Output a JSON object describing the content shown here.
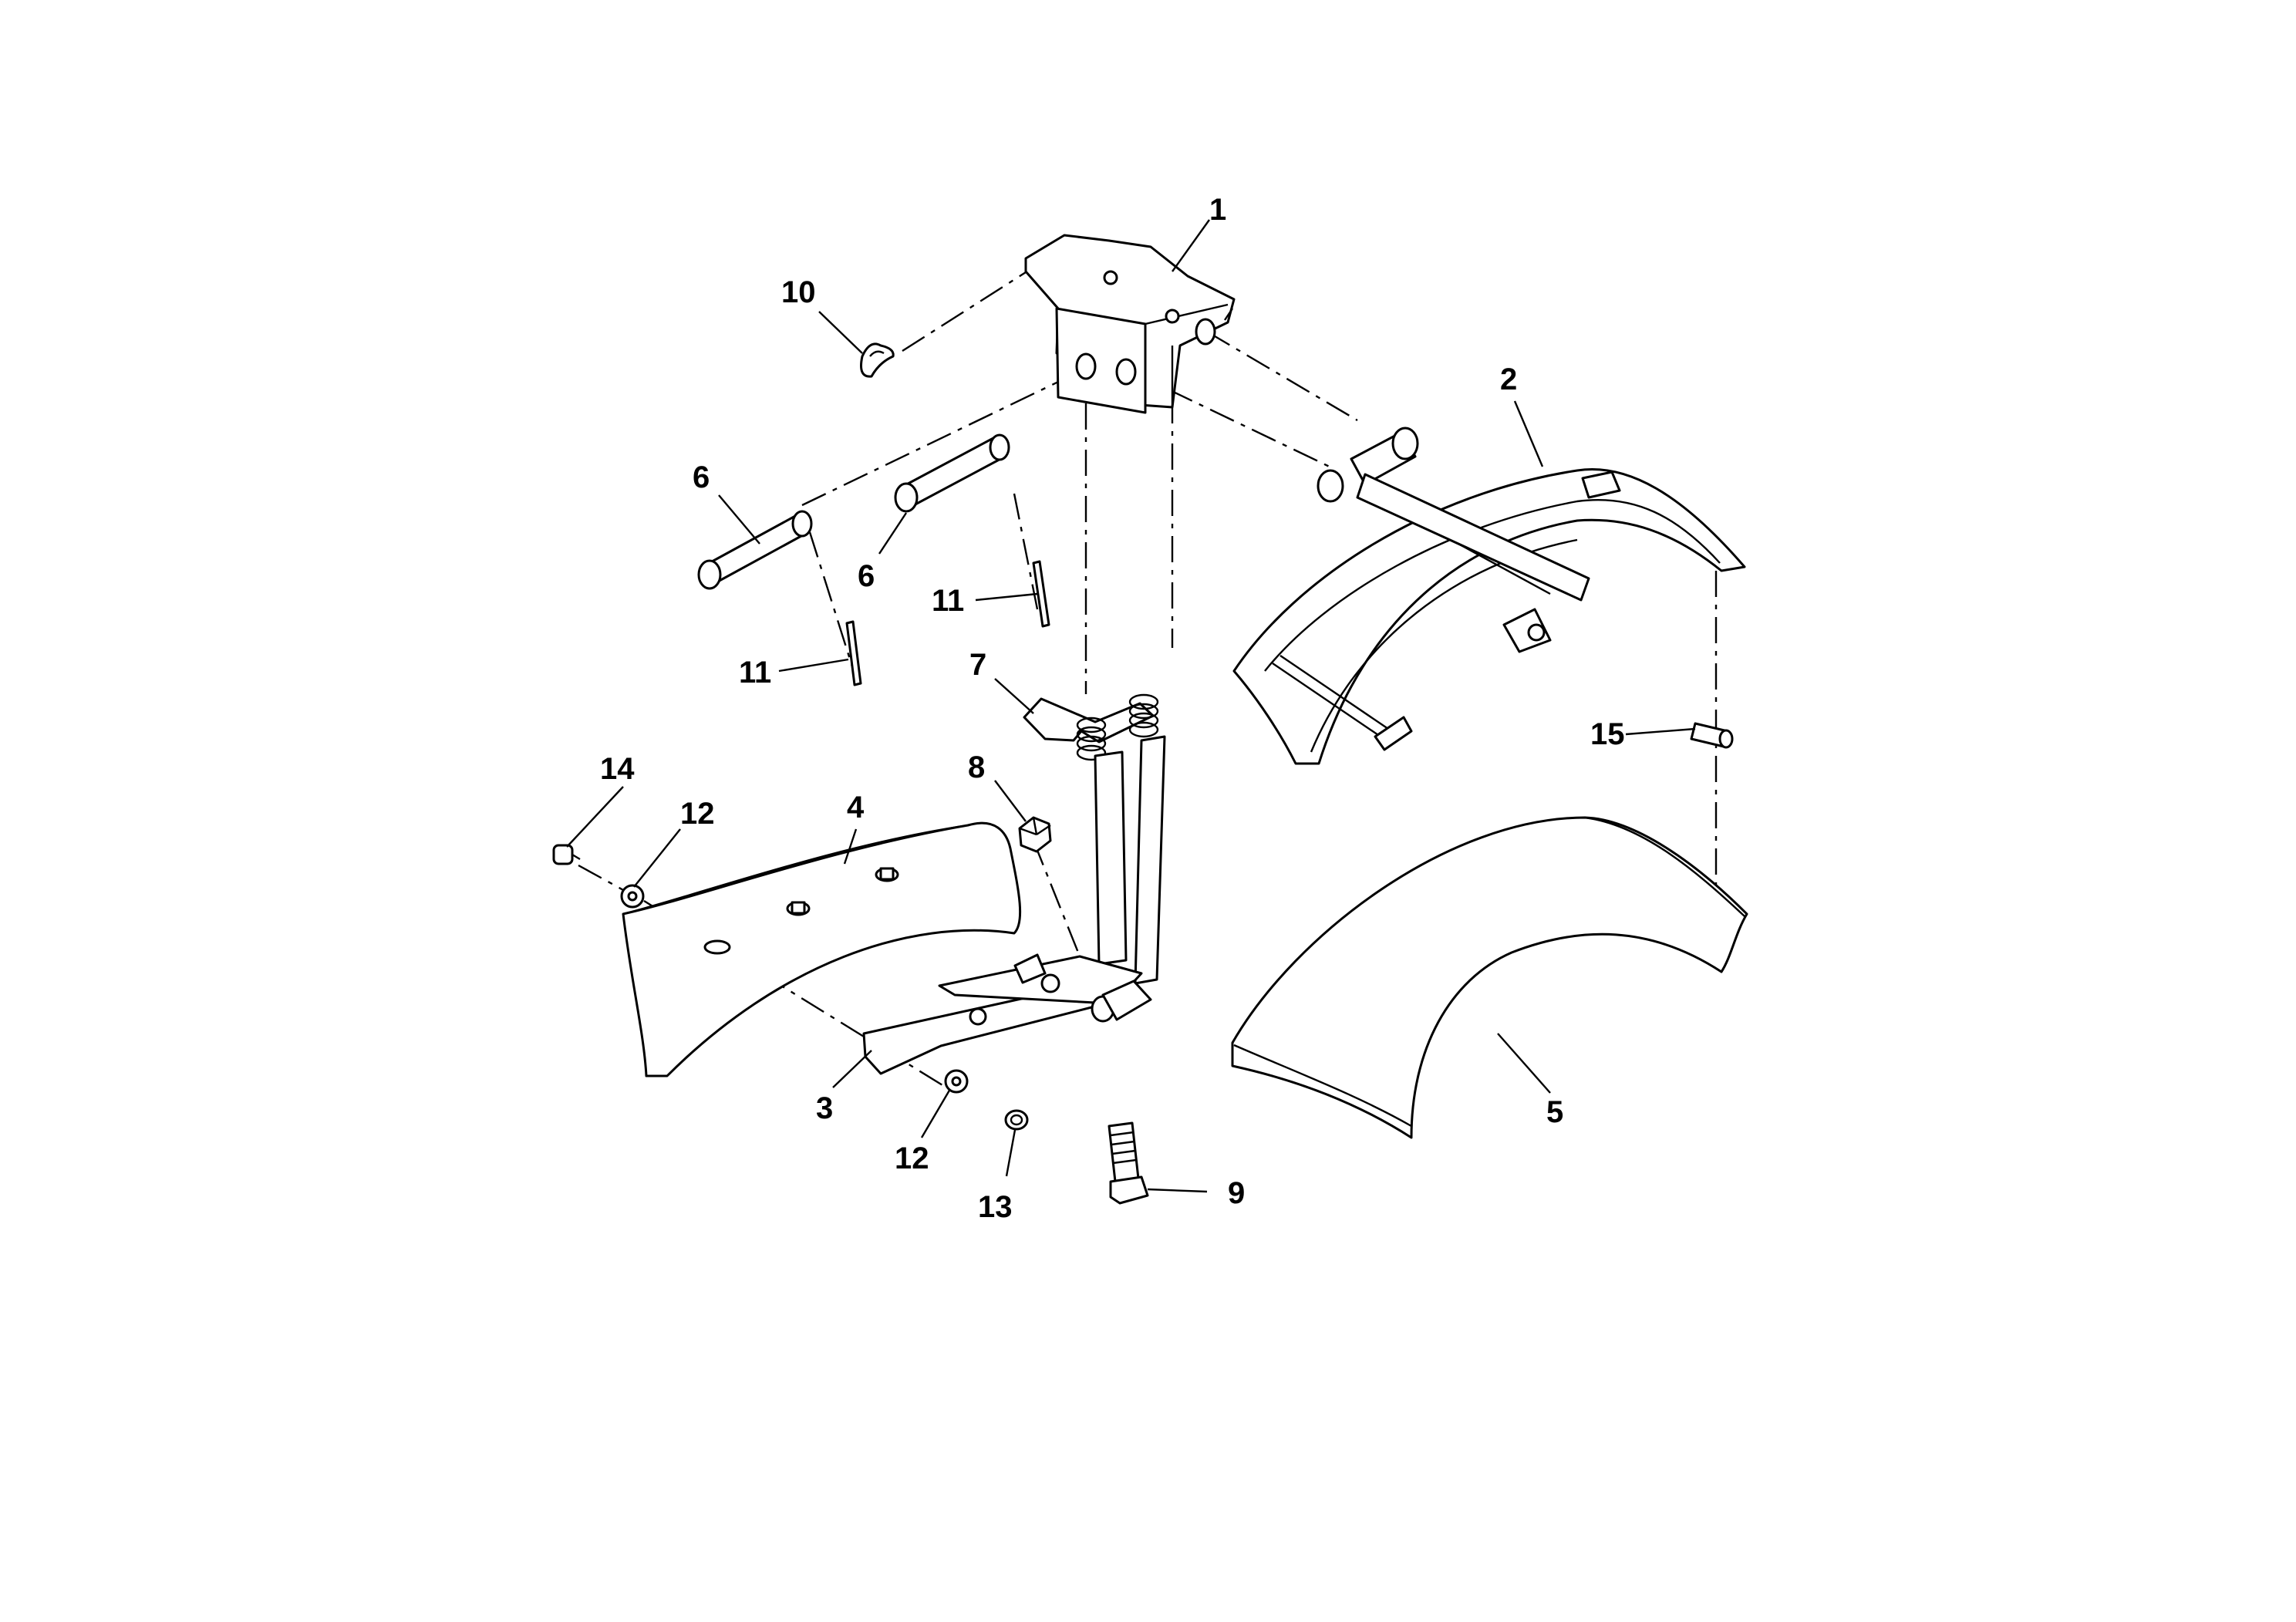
{
  "diagram": {
    "type": "exploded-parts-view",
    "callouts": [
      {
        "id": "c1",
        "label": "1"
      },
      {
        "id": "c2",
        "label": "2"
      },
      {
        "id": "c3",
        "label": "3"
      },
      {
        "id": "c4",
        "label": "4"
      },
      {
        "id": "c5",
        "label": "5"
      },
      {
        "id": "c6a",
        "label": "6"
      },
      {
        "id": "c6b",
        "label": "6"
      },
      {
        "id": "c7",
        "label": "7"
      },
      {
        "id": "c8",
        "label": "8"
      },
      {
        "id": "c9",
        "label": "9"
      },
      {
        "id": "c10",
        "label": "10"
      },
      {
        "id": "c11a",
        "label": "11"
      },
      {
        "id": "c11b",
        "label": "11"
      },
      {
        "id": "c12a",
        "label": "12"
      },
      {
        "id": "c12b",
        "label": "12"
      },
      {
        "id": "c13",
        "label": "13"
      },
      {
        "id": "c14",
        "label": "14"
      },
      {
        "id": "c15",
        "label": "15"
      }
    ]
  }
}
